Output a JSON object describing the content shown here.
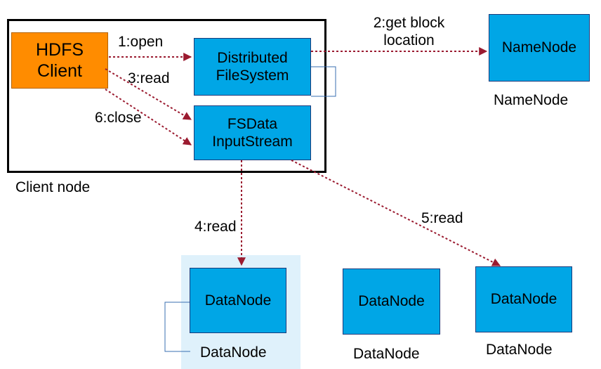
{
  "client_node": {
    "label": "Client node",
    "hdfs_client": {
      "line1": "HDFS",
      "line2": "Client"
    },
    "distributed_fs": {
      "line1": "Distributed",
      "line2": "FileSystem"
    },
    "fsdata_stream": {
      "line1": "FSData",
      "line2": "InputStream"
    }
  },
  "namenode": {
    "box": "NameNode",
    "caption": "NameNode"
  },
  "datanodes": [
    {
      "box": "DataNode",
      "caption": "DataNode"
    },
    {
      "box": "DataNode",
      "caption": "DataNode"
    },
    {
      "box": "DataNode",
      "caption": "DataNode"
    }
  ],
  "steps": {
    "open": "1:open",
    "get_block_line1": "2:get block",
    "get_block_line2": "location",
    "read3": "3:read",
    "read4": "4:read",
    "read5": "5:read",
    "close": "6:close"
  },
  "colors": {
    "node_fill": "#00a6e6",
    "client_fill": "#ff8c00",
    "arrow": "#9b1b30",
    "highlight_bg": "#dff1fb"
  }
}
